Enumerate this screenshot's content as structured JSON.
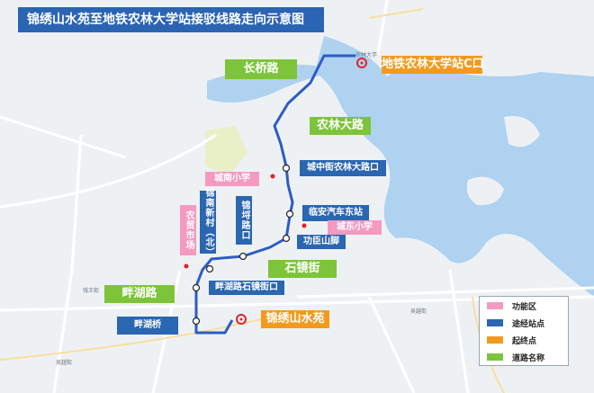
{
  "title": "锦绣山水苑至地铁农林大学站接驳线路走向示意图",
  "roads": [
    {
      "label": "长桥路"
    },
    {
      "label": "农林大路"
    },
    {
      "label": "石镜街"
    },
    {
      "label": "畔湖路"
    }
  ],
  "endpoints": {
    "terminal": "地铁农林大学站C口",
    "origin": "锦绣山水苑"
  },
  "stops": {
    "chengzhong": "城中街农林大路口",
    "linan_auto": "临安汽车东站",
    "gongchen": "功臣山脚",
    "panhu_shijing": "畔湖路石镜街口",
    "panhu_bridge": "畔湖桥",
    "jinnan_village": "锦南新村（北）",
    "jinfu_road": "锦埒路口"
  },
  "areas": {
    "chengnan_school": "城南小学",
    "chengdong_school": "城东小学",
    "market": "农贸市场"
  },
  "legend": {
    "items": [
      {
        "label": "功能区",
        "color": "#f49ac1"
      },
      {
        "label": "途经站点",
        "color": "#2b66b0"
      },
      {
        "label": "起终点",
        "color": "#f39a1d"
      },
      {
        "label": "道路名称",
        "color": "#7dc43a"
      }
    ]
  },
  "map_text": {
    "station": "农林大学",
    "road_south": "吴越街",
    "road_south_west": "吴越街",
    "road_wanma": "钱王街"
  },
  "colors": {
    "route": "#2c5cc5",
    "water": "#aed2f0",
    "terminal_marker": "#e8202a"
  }
}
